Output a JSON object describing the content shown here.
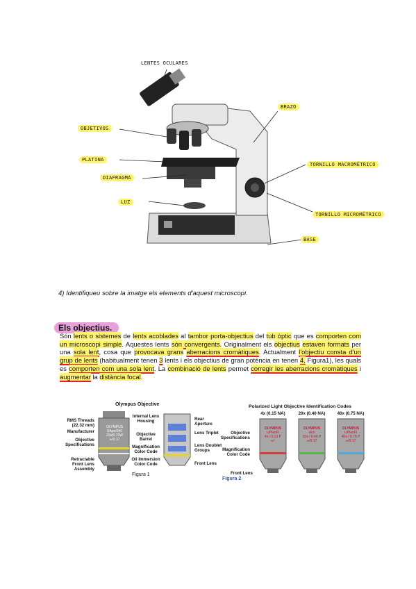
{
  "microscope": {
    "labels": {
      "eyepieces": "LENTES OCULARES",
      "arm": "BRAZO",
      "objectives": "OBJETIVOS",
      "stage": "PLATINA",
      "diaphragm": "DIAFRAGMA",
      "coarse_focus": "TORNILLO MACROMÉTRICO",
      "light": "LUZ",
      "fine_focus": "TORNILLO MICROMÉTRICO",
      "base": "BASE"
    }
  },
  "question": "4) Identifiqueu sobre la imatge els elements d'aquest microscopi.",
  "section": {
    "title": "Els objectius.",
    "para": [
      {
        "t": "Són ",
        "c": ""
      },
      {
        "t": "lents o sistemes",
        "c": "hl"
      },
      {
        "t": " de ",
        "c": ""
      },
      {
        "t": "lents acoblades",
        "c": "hl"
      },
      {
        "t": " al ",
        "c": ""
      },
      {
        "t": "tambor porta-objectius",
        "c": "hl"
      },
      {
        "t": " del ",
        "c": ""
      },
      {
        "t": "tub òptic",
        "c": "hl"
      },
      {
        "t": " que es ",
        "c": ""
      },
      {
        "t": "comporten com un microscopi simple",
        "c": "hl"
      },
      {
        "t": ". Aquestes lents ",
        "c": ""
      },
      {
        "t": "són convergents",
        "c": "hl ul"
      },
      {
        "t": ". ",
        "c": ""
      },
      {
        "t": "Originalment els ",
        "c": ""
      },
      {
        "t": "objectius",
        "c": "hl"
      },
      {
        "t": " ",
        "c": ""
      },
      {
        "t": "estaven formats",
        "c": "hl"
      },
      {
        "t": " per una ",
        "c": ""
      },
      {
        "t": "sola lent",
        "c": "hl ul"
      },
      {
        "t": ", cosa que ",
        "c": ""
      },
      {
        "t": "provocava grans",
        "c": "hl"
      },
      {
        "t": " ",
        "c": ""
      },
      {
        "t": "aberracions cromàtiques",
        "c": "hl ul"
      },
      {
        "t": ". Actualment ",
        "c": ""
      },
      {
        "t": "l'objectiu consta d'un grup de lents",
        "c": "hl ul"
      },
      {
        "t": " (habitualment tenen ",
        "c": ""
      },
      {
        "t": "3",
        "c": "hl ul"
      },
      {
        "t": " lents i els objectius de gran potència en tenen ",
        "c": ""
      },
      {
        "t": "4,",
        "c": "hl ul"
      },
      {
        "t": " Figura1), les quals es ",
        "c": ""
      },
      {
        "t": "comporten com una sola lent",
        "c": "hl ul"
      },
      {
        "t": ". La ",
        "c": ""
      },
      {
        "t": "combinació de lents",
        "c": "hl"
      },
      {
        "t": " permet ",
        "c": ""
      },
      {
        "t": "corregir les aberracions cromàtiques",
        "c": "hl ul"
      },
      {
        "t": " i ",
        "c": ""
      },
      {
        "t": "augmentar",
        "c": "hl ul"
      },
      {
        "t": " la ",
        "c": ""
      },
      {
        "t": "distància focal",
        "c": "hl"
      },
      {
        "t": ".",
        "c": ""
      }
    ]
  },
  "figure1": {
    "title": "Olympus Objective",
    "caption": "Figura 1",
    "left_labels": [
      "RMS Threads (22.32 mm)",
      "Manufacturer",
      "Objective Specifications",
      "Retractable Front Lens Assembly"
    ],
    "mid_labels": [
      "Internal Lens Housing",
      "Objective Barrel",
      "Magnification Color Code",
      "Oil Immersion Color Code"
    ],
    "right_labels": [
      "Rear Aperture",
      "Lens Triplet",
      "Lens Doublet Groups",
      "Front Lens"
    ],
    "lens_text": [
      "OLYMPUS",
      "UApo/340",
      "20x/0.70W",
      "∞/0.17"
    ]
  },
  "figure2": {
    "title": "Polarized Light Objective Identification Codes",
    "caption": "Figura 2",
    "left_labels": [
      "Objective Specifications",
      "Magnification Color Code",
      "Front Lens"
    ],
    "objectives": [
      {
        "head": "4x (0.15 NA)",
        "lines": [
          "OLYMPUS",
          "UPlanFl",
          "4x / 0.13 P",
          "∞/-"
        ],
        "band": "#d93a3a"
      },
      {
        "head": "20x (0.40 NA)",
        "lines": [
          "OLYMPUS",
          "Ach",
          "20x / 0.40 P",
          "∞/0.17"
        ],
        "band": "#56b34a"
      },
      {
        "head": "40x (0.75 NA)",
        "lines": [
          "OLYMPUS",
          "UPlanFl",
          "40x / 0.75 P",
          "∞/0.17"
        ],
        "band": "#4fa8d8"
      }
    ]
  }
}
